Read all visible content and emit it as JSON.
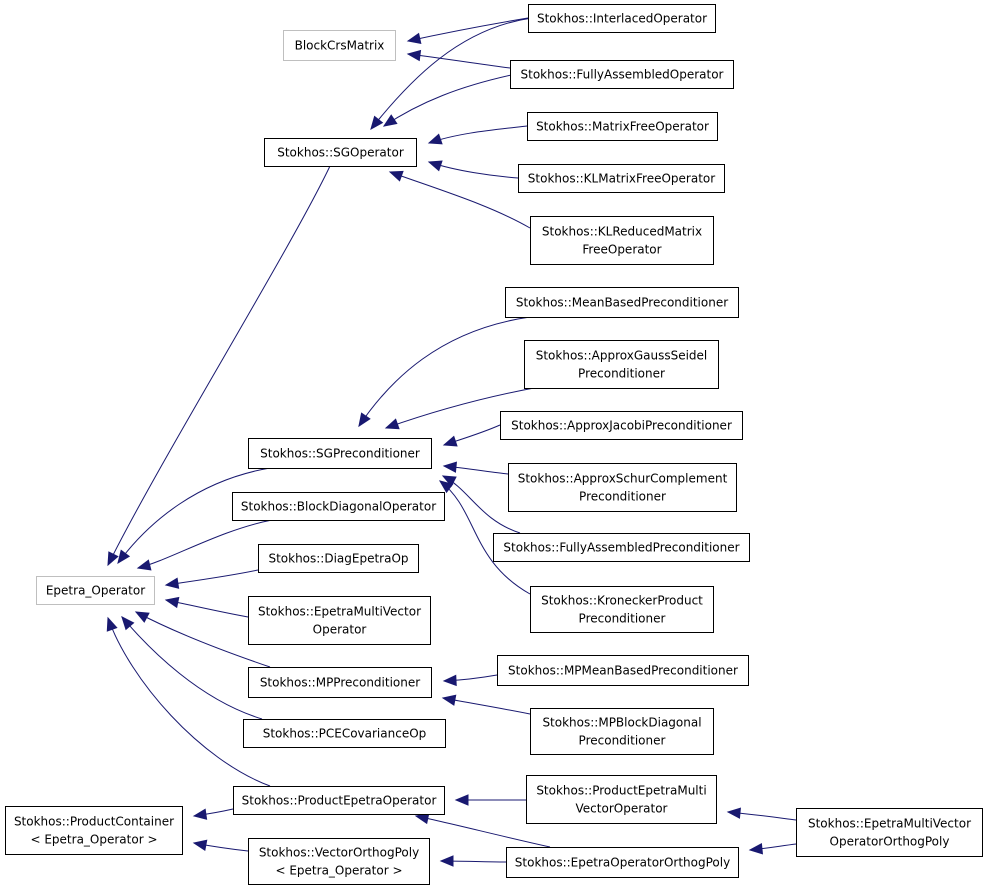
{
  "colors": {
    "edge": "#191970",
    "border": "#000000",
    "external_border": "#bfbfbf",
    "background": "#ffffff"
  },
  "nodes": {
    "block_crs_matrix": [
      "BlockCrsMatrix"
    ],
    "interlaced_operator": [
      "Stokhos::InterlacedOperator"
    ],
    "fully_assembled_operator": [
      "Stokhos::FullyAssembledOperator"
    ],
    "sg_operator": [
      "Stokhos::SGOperator"
    ],
    "matrix_free_operator": [
      "Stokhos::MatrixFreeOperator"
    ],
    "kl_matrix_free_operator": [
      "Stokhos::KLMatrixFreeOperator"
    ],
    "kl_reduced_matrix_free_operator": [
      "Stokhos::KLReducedMatrix",
      "FreeOperator"
    ],
    "mean_based_preconditioner": [
      "Stokhos::MeanBasedPreconditioner"
    ],
    "approx_gauss_seidel_preconditioner": [
      "Stokhos::ApproxGaussSeidel",
      "Preconditioner"
    ],
    "sg_preconditioner": [
      "Stokhos::SGPreconditioner"
    ],
    "approx_jacobi_preconditioner": [
      "Stokhos::ApproxJacobiPreconditioner"
    ],
    "approx_schur_complement_preconditioner": [
      "Stokhos::ApproxSchurComplement",
      "Preconditioner"
    ],
    "block_diagonal_operator": [
      "Stokhos::BlockDiagonalOperator"
    ],
    "fully_assembled_preconditioner": [
      "Stokhos::FullyAssembledPreconditioner"
    ],
    "diag_epetra_op": [
      "Stokhos::DiagEpetraOp"
    ],
    "epetra_operator": [
      "Epetra_Operator"
    ],
    "kronecker_product_preconditioner": [
      "Stokhos::KroneckerProduct",
      "Preconditioner"
    ],
    "epetra_multi_vector_operator": [
      "Stokhos::EpetraMultiVector",
      "Operator"
    ],
    "mp_preconditioner": [
      "Stokhos::MPPreconditioner"
    ],
    "mp_mean_based_preconditioner": [
      "Stokhos::MPMeanBasedPreconditioner"
    ],
    "mp_block_diagonal_preconditioner": [
      "Stokhos::MPBlockDiagonal",
      "Preconditioner"
    ],
    "pce_covariance_op": [
      "Stokhos::PCECovarianceOp"
    ],
    "product_epetra_multi_vector_operator": [
      "Stokhos::ProductEpetraMulti",
      "VectorOperator"
    ],
    "product_epetra_operator": [
      "Stokhos::ProductEpetraOperator"
    ],
    "epetra_multi_vector_operator_orthog_poly": [
      "Stokhos::EpetraMultiVector",
      "OperatorOrthogPoly"
    ],
    "product_container": [
      "Stokhos::ProductContainer",
      "< Epetra_Operator >"
    ],
    "vector_orthog_poly": [
      "Stokhos::VectorOrthogPoly",
      "< Epetra_Operator >"
    ],
    "epetra_operator_orthog_poly": [
      "Stokhos::EpetraOperatorOrthogPoly"
    ]
  },
  "edges": [
    {
      "from": "interlaced_operator",
      "to": "block_crs_matrix"
    },
    {
      "from": "fully_assembled_operator",
      "to": "block_crs_matrix"
    },
    {
      "from": "interlaced_operator",
      "to": "sg_operator"
    },
    {
      "from": "fully_assembled_operator",
      "to": "sg_operator"
    },
    {
      "from": "matrix_free_operator",
      "to": "sg_operator"
    },
    {
      "from": "kl_matrix_free_operator",
      "to": "sg_operator"
    },
    {
      "from": "kl_reduced_matrix_free_operator",
      "to": "sg_operator"
    },
    {
      "from": "mean_based_preconditioner",
      "to": "sg_preconditioner"
    },
    {
      "from": "approx_gauss_seidel_preconditioner",
      "to": "sg_preconditioner"
    },
    {
      "from": "approx_jacobi_preconditioner",
      "to": "sg_preconditioner"
    },
    {
      "from": "approx_schur_complement_preconditioner",
      "to": "sg_preconditioner"
    },
    {
      "from": "fully_assembled_preconditioner",
      "to": "sg_preconditioner"
    },
    {
      "from": "kronecker_product_preconditioner",
      "to": "sg_preconditioner"
    },
    {
      "from": "sg_operator",
      "to": "epetra_operator"
    },
    {
      "from": "sg_preconditioner",
      "to": "epetra_operator"
    },
    {
      "from": "block_diagonal_operator",
      "to": "epetra_operator"
    },
    {
      "from": "diag_epetra_op",
      "to": "epetra_operator"
    },
    {
      "from": "epetra_multi_vector_operator",
      "to": "epetra_operator"
    },
    {
      "from": "mp_preconditioner",
      "to": "epetra_operator"
    },
    {
      "from": "pce_covariance_op",
      "to": "epetra_operator"
    },
    {
      "from": "product_epetra_operator",
      "to": "epetra_operator"
    },
    {
      "from": "mp_mean_based_preconditioner",
      "to": "mp_preconditioner"
    },
    {
      "from": "mp_block_diagonal_preconditioner",
      "to": "mp_preconditioner"
    },
    {
      "from": "product_epetra_multi_vector_operator",
      "to": "product_epetra_operator"
    },
    {
      "from": "epetra_operator_orthog_poly",
      "to": "product_epetra_operator"
    },
    {
      "from": "product_epetra_operator",
      "to": "product_container"
    },
    {
      "from": "vector_orthog_poly",
      "to": "product_container"
    },
    {
      "from": "epetra_operator_orthog_poly",
      "to": "vector_orthog_poly"
    },
    {
      "from": "epetra_multi_vector_operator_orthog_poly",
      "to": "product_epetra_multi_vector_operator"
    },
    {
      "from": "epetra_multi_vector_operator_orthog_poly",
      "to": "epetra_operator_orthog_poly"
    }
  ]
}
